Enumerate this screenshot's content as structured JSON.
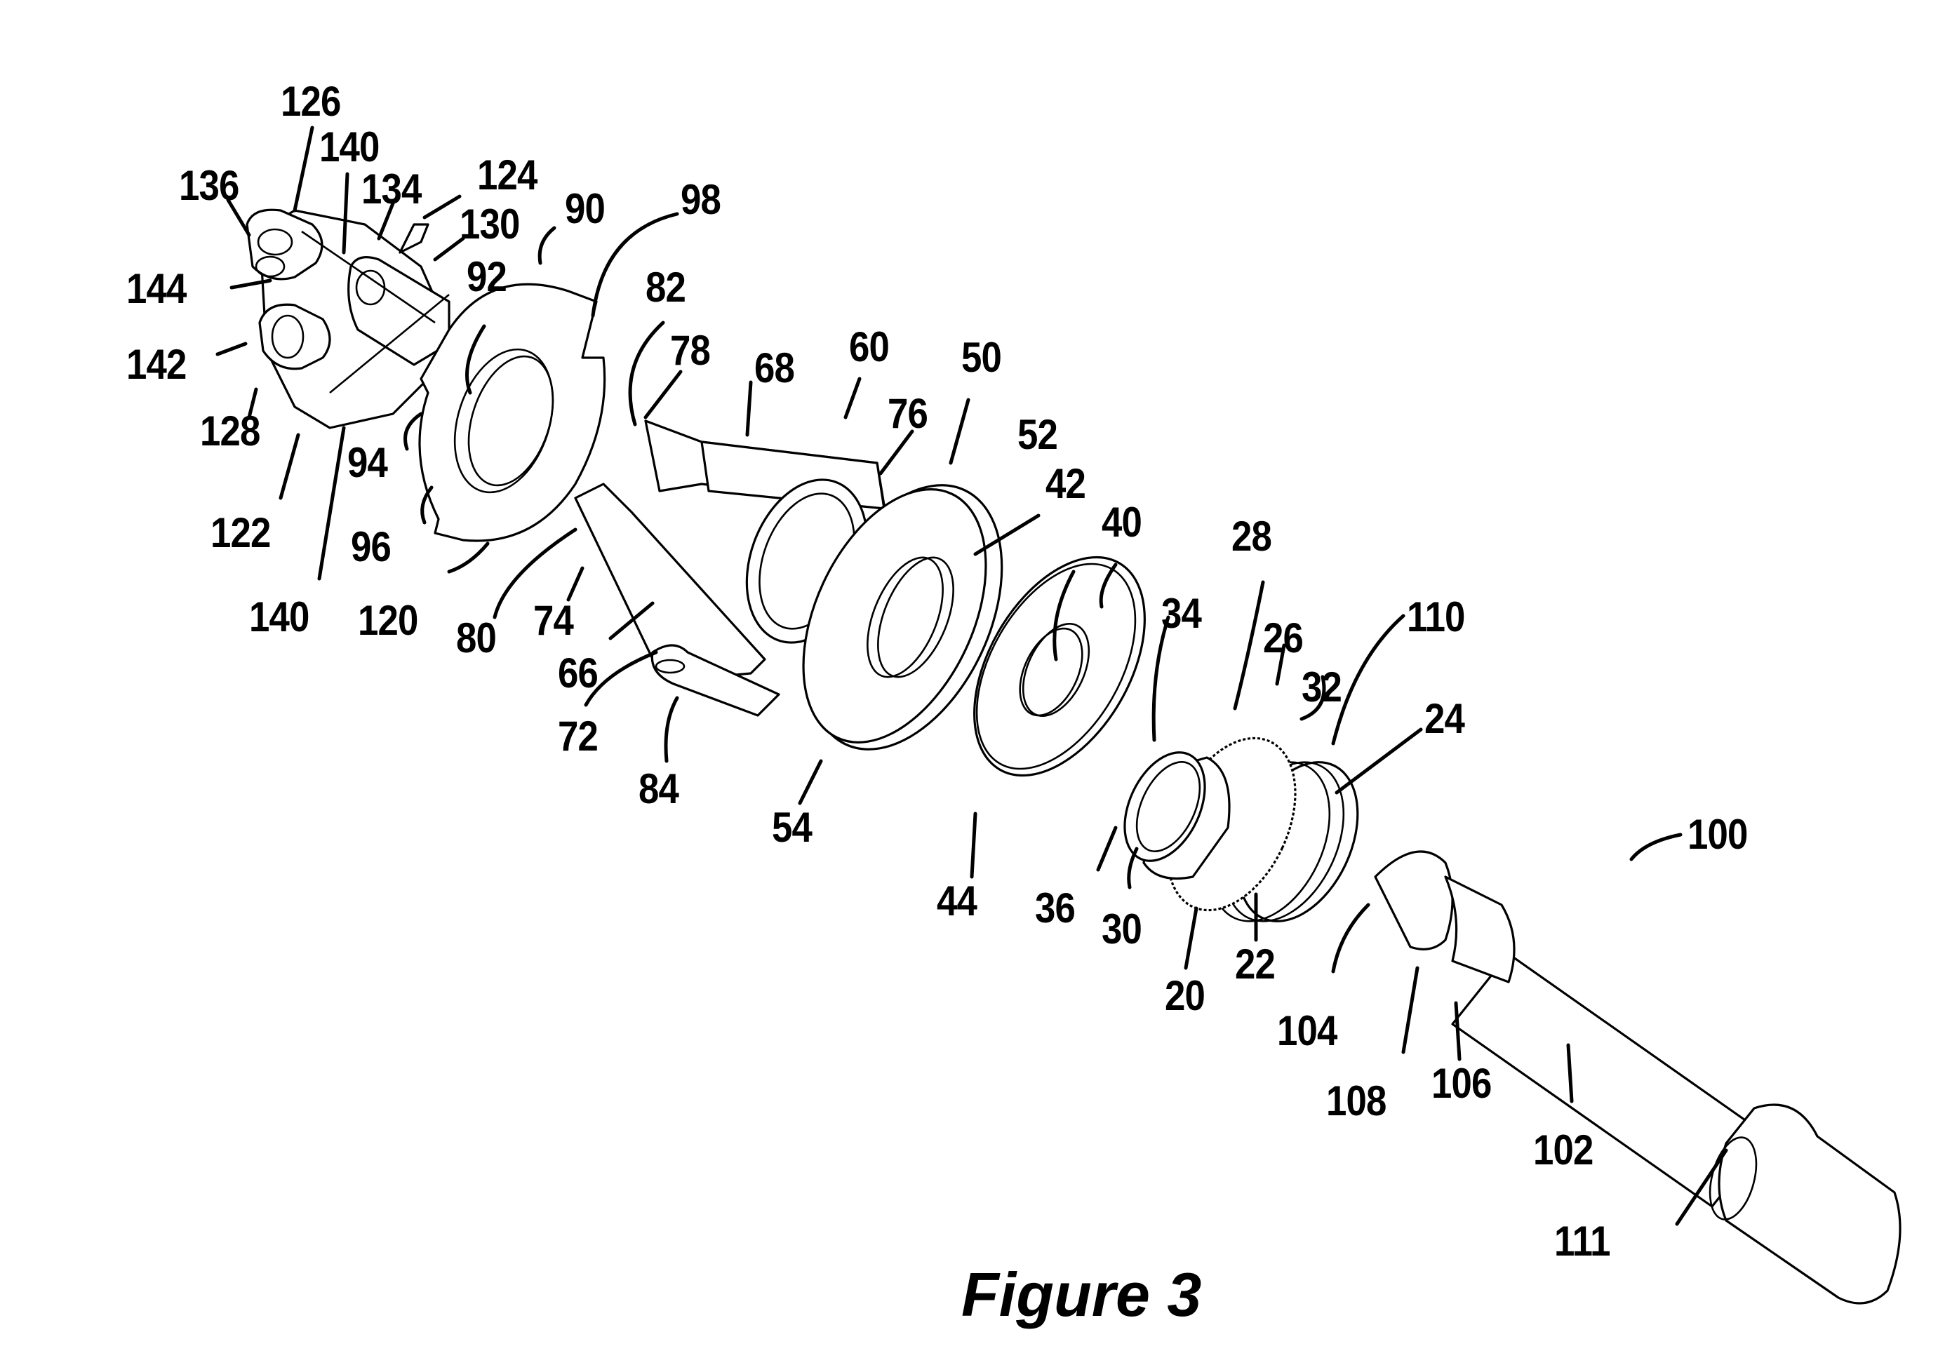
{
  "figure": {
    "caption": "Figure 3",
    "type": "exploded-view patent drawing"
  },
  "reference_numerals": [
    {
      "id": "126",
      "label": "126"
    },
    {
      "id": "140a",
      "label": "140"
    },
    {
      "id": "136",
      "label": "136"
    },
    {
      "id": "134",
      "label": "134"
    },
    {
      "id": "124",
      "label": "124"
    },
    {
      "id": "130",
      "label": "130"
    },
    {
      "id": "90",
      "label": "90"
    },
    {
      "id": "98",
      "label": "98"
    },
    {
      "id": "144",
      "label": "144"
    },
    {
      "id": "92",
      "label": "92"
    },
    {
      "id": "82",
      "label": "82"
    },
    {
      "id": "142",
      "label": "142"
    },
    {
      "id": "78",
      "label": "78"
    },
    {
      "id": "68",
      "label": "68"
    },
    {
      "id": "60",
      "label": "60"
    },
    {
      "id": "50",
      "label": "50"
    },
    {
      "id": "128",
      "label": "128"
    },
    {
      "id": "76",
      "label": "76"
    },
    {
      "id": "94",
      "label": "94"
    },
    {
      "id": "52",
      "label": "52"
    },
    {
      "id": "42",
      "label": "42"
    },
    {
      "id": "40",
      "label": "40"
    },
    {
      "id": "122",
      "label": "122"
    },
    {
      "id": "96",
      "label": "96"
    },
    {
      "id": "28",
      "label": "28"
    },
    {
      "id": "140b",
      "label": "140"
    },
    {
      "id": "120",
      "label": "120"
    },
    {
      "id": "80",
      "label": "80"
    },
    {
      "id": "74",
      "label": "74"
    },
    {
      "id": "34",
      "label": "34"
    },
    {
      "id": "26",
      "label": "26"
    },
    {
      "id": "110",
      "label": "110"
    },
    {
      "id": "66",
      "label": "66"
    },
    {
      "id": "32",
      "label": "32"
    },
    {
      "id": "72",
      "label": "72"
    },
    {
      "id": "24",
      "label": "24"
    },
    {
      "id": "84",
      "label": "84"
    },
    {
      "id": "54",
      "label": "54"
    },
    {
      "id": "100",
      "label": "100"
    },
    {
      "id": "44",
      "label": "44"
    },
    {
      "id": "36",
      "label": "36"
    },
    {
      "id": "30",
      "label": "30"
    },
    {
      "id": "22",
      "label": "22"
    },
    {
      "id": "20",
      "label": "20"
    },
    {
      "id": "104",
      "label": "104"
    },
    {
      "id": "108",
      "label": "108"
    },
    {
      "id": "106",
      "label": "106"
    },
    {
      "id": "102",
      "label": "102"
    },
    {
      "id": "111",
      "label": "111"
    }
  ]
}
